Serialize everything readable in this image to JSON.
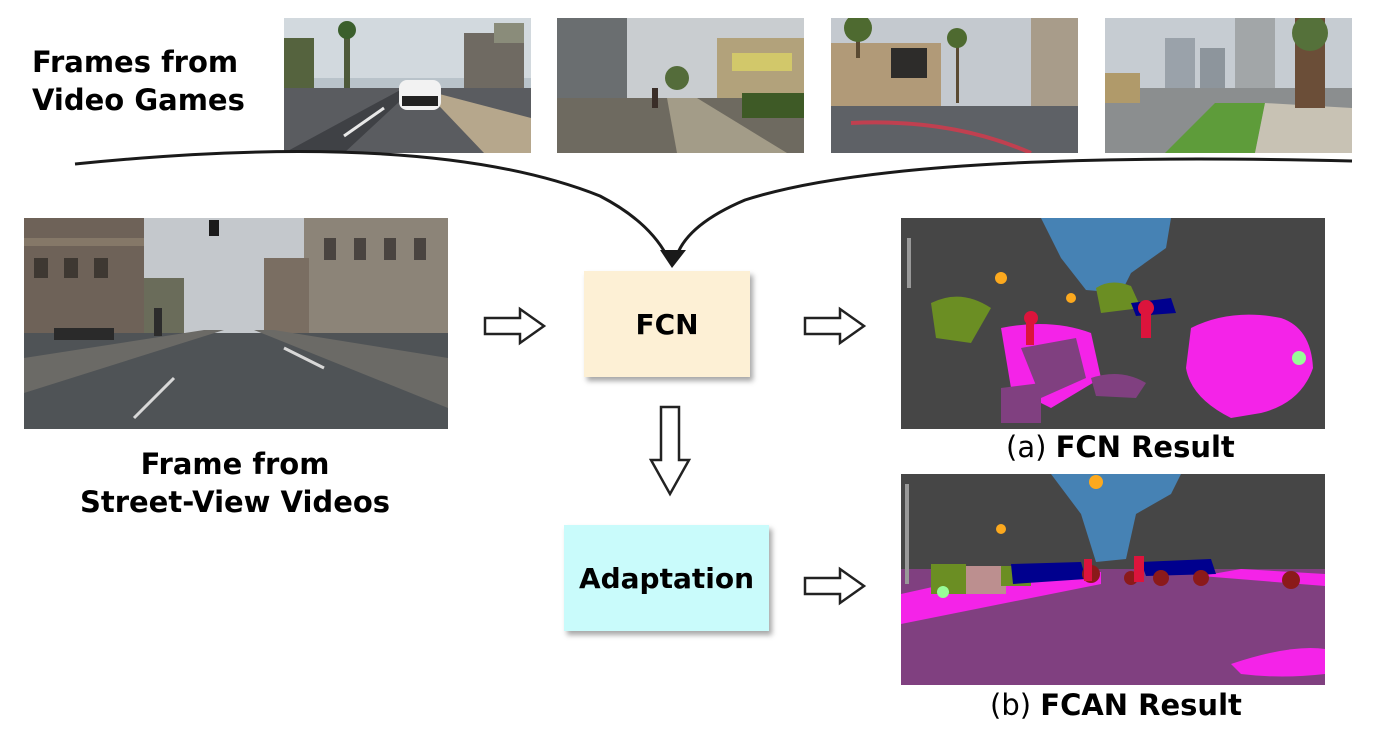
{
  "top_label": {
    "line1": "Frames from",
    "line2": "Video Games"
  },
  "left_label": {
    "line1": "Frame from",
    "line2": "Street-View Videos"
  },
  "fcn_box": {
    "label": "FCN",
    "color": "#fdf0d5"
  },
  "adaptation_box": {
    "label": "Adaptation",
    "color": "#c9fbfb"
  },
  "result_a": {
    "prefix": "(a) ",
    "bold": "FCN Result"
  },
  "result_b": {
    "prefix": "(b) ",
    "bold": "FCAN Result"
  },
  "segmentation_palette": {
    "road": "#804080",
    "sky": "#4682b4",
    "building": "#464646",
    "sidewalk": "#f423e8",
    "vegetation": "#6b8e23",
    "person": "#dc143c",
    "car": "#00008e",
    "sign": "#fca91e"
  }
}
